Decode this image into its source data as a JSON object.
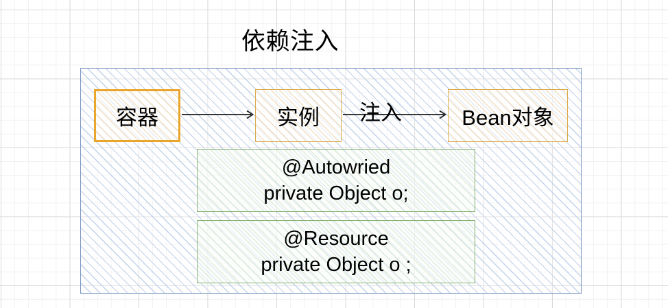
{
  "diagram": {
    "title": "依赖注入",
    "outer_container": {
      "name": "dependency-injection-scope",
      "border_color": "#7b96c4",
      "hatch_color": "#c3d2ea"
    },
    "flow_boxes": [
      {
        "id": "container",
        "label": "容器",
        "border_color": "#e9a62c",
        "hatch_color": "#f0d7b0",
        "emphasis": "strong"
      },
      {
        "id": "instance",
        "label": "实例",
        "border_color": "#d9ab4a",
        "hatch_color": "#f0d7b0",
        "emphasis": "light"
      },
      {
        "id": "bean",
        "label": "Bean对象",
        "border_color": "#d9ab4a",
        "hatch_color": "#f0d7b0",
        "emphasis": "light"
      }
    ],
    "arrows": [
      {
        "id": "container-to-instance",
        "label": "",
        "style": "open-arrowhead"
      },
      {
        "id": "instance-to-bean",
        "label": "注入",
        "style": "open-arrowhead"
      }
    ],
    "annotation_boxes": [
      {
        "id": "autowired",
        "border_color": "#81ad6d",
        "hatch_color": "#d8e6d4",
        "line1": "@Autowried",
        "line2": "private Object o;"
      },
      {
        "id": "resource",
        "border_color": "#81ad6d",
        "hatch_color": "#d8e6d4",
        "line1": "@Resource",
        "line2": "private Object o ;"
      }
    ],
    "background": {
      "type": "graph-paper-grid",
      "major_line_color": "#d9d9d9",
      "minor_line_color": "#f1f1f1"
    }
  }
}
